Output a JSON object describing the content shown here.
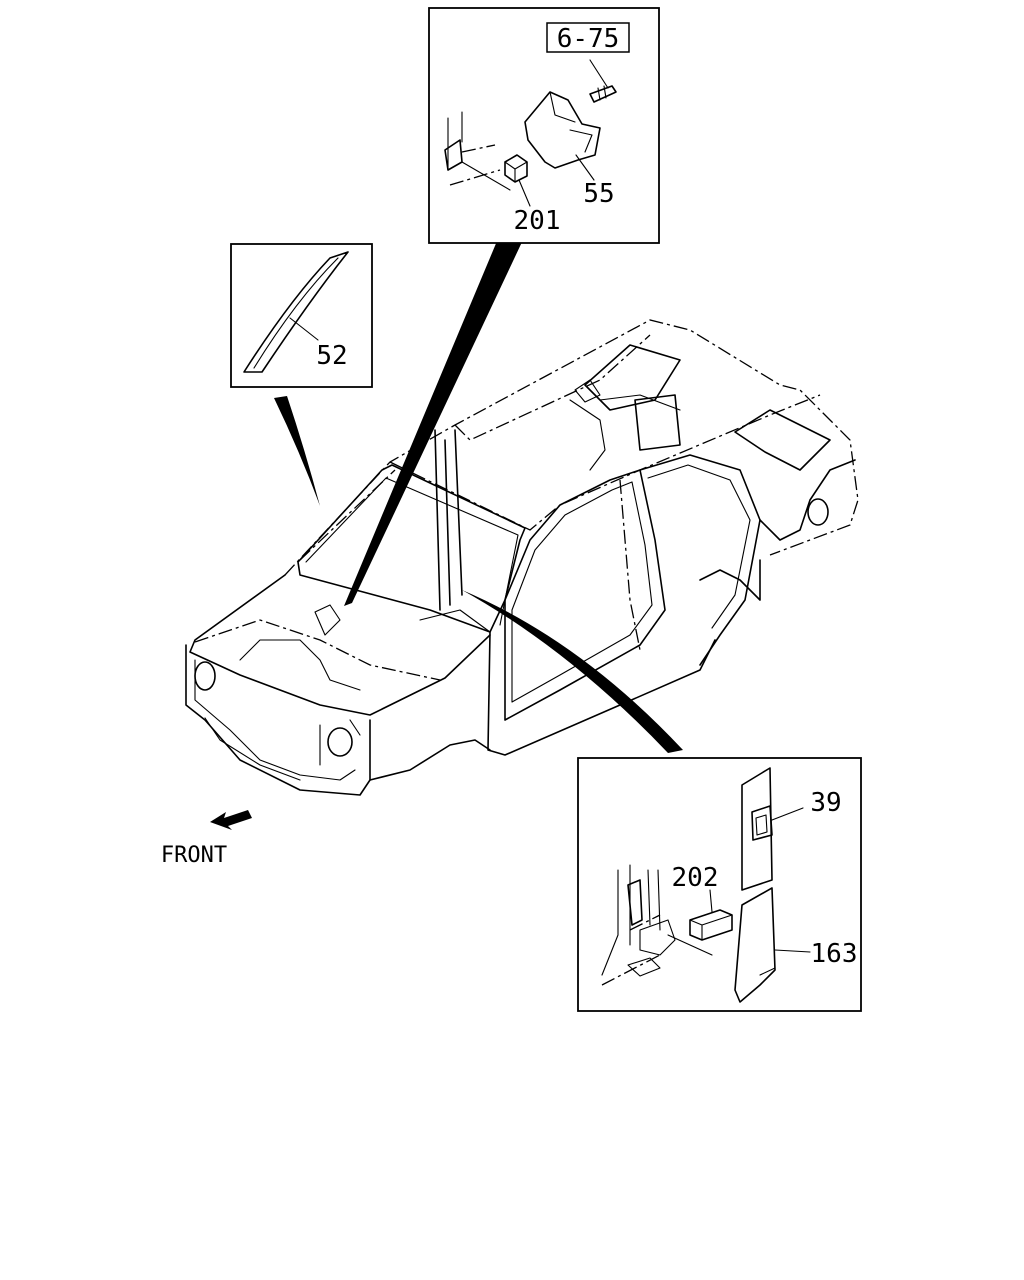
{
  "labels": {
    "ref_6_75": "6-75",
    "p55": "55",
    "p201": "201",
    "p52": "52",
    "p39": "39",
    "p202": "202",
    "p163": "163",
    "front": "FRONT"
  }
}
